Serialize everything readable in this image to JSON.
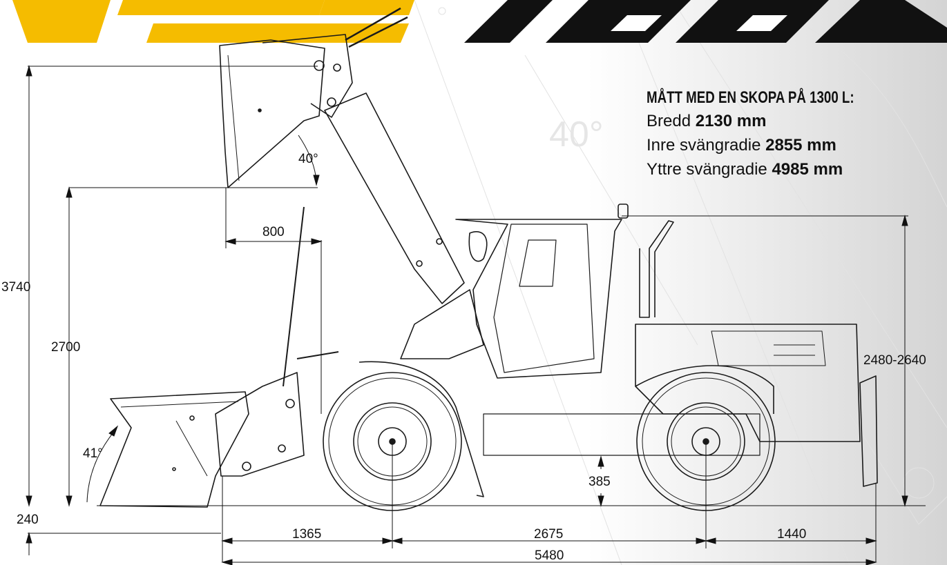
{
  "specs": {
    "heading": "MÅTT MED EN SKOPA PÅ 1300 L:",
    "lines": [
      {
        "label": "Bredd",
        "value": "2130 mm"
      },
      {
        "label": "Inre svängradie",
        "value": "2855 mm"
      },
      {
        "label": "Yttre svängradie",
        "value": "4985 mm"
      }
    ]
  },
  "dimensions": {
    "max_height": "3740",
    "dump_height": "2700",
    "dig_depth": "240",
    "reach": "800",
    "dump_angle": "40°",
    "rollback_angle": "41°",
    "ground_clearance": "385",
    "cab_height": "2480-2640",
    "front_overhang": "1365",
    "wheelbase": "2675",
    "rear_overhang": "1440",
    "total_length": "5480"
  },
  "watermark": {
    "angle": "40°"
  },
  "colors": {
    "brand_yellow": "#F5BC00",
    "logo_black": "#111111",
    "line": "#1a1a1a"
  }
}
